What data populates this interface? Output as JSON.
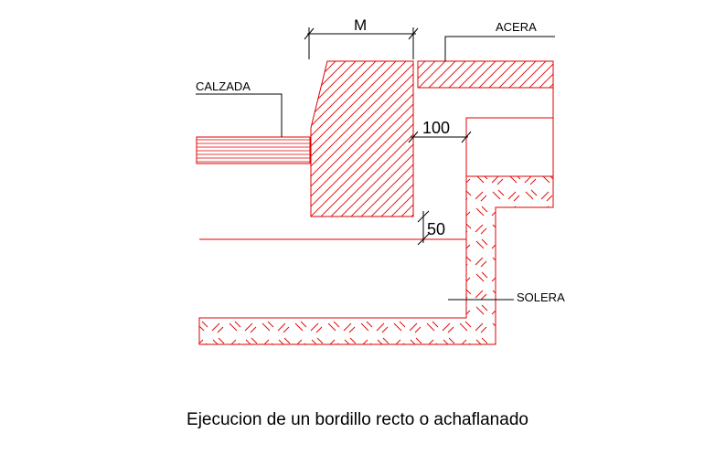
{
  "labels": {
    "dim_m": "M",
    "acera": "ACERA",
    "calzada": "CALZADA",
    "dim_100": "100",
    "dim_50": "50",
    "solera": "SOLERA"
  },
  "caption": "Ejecucion de un bordillo recto o achaflanado",
  "colors": {
    "outline": "#e00000",
    "annotation": "#000000",
    "background": "#ffffff"
  }
}
